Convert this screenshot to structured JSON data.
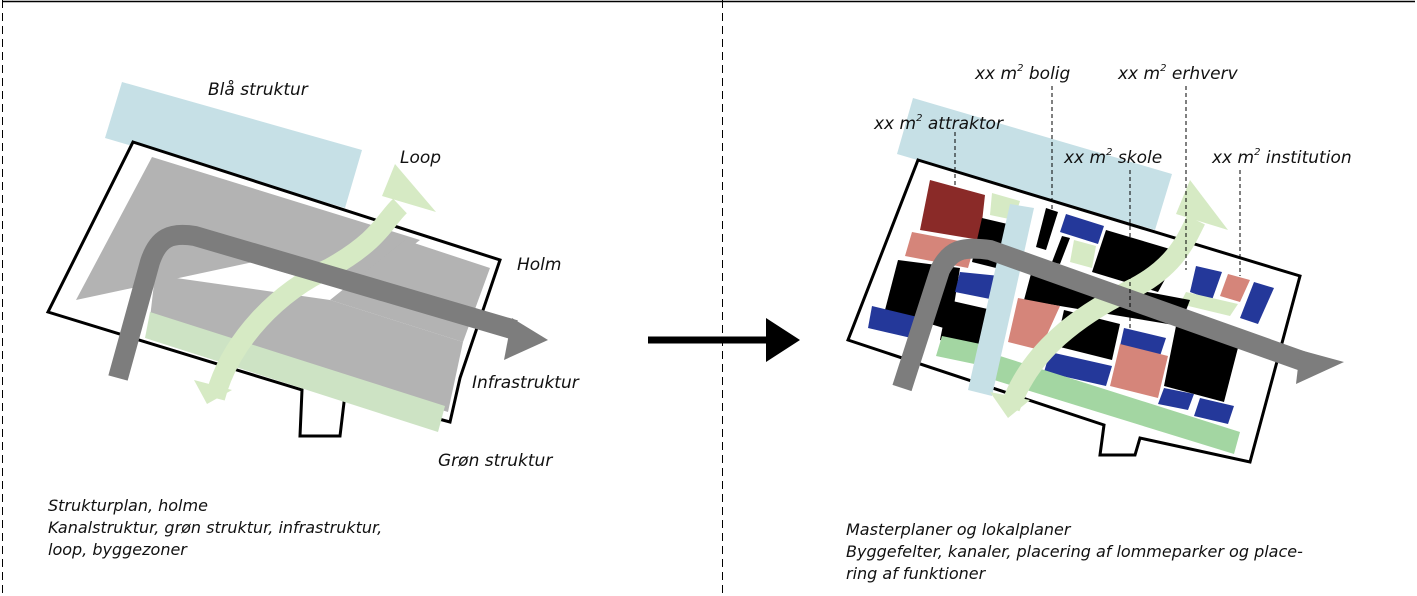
{
  "left_panel": {
    "labels": {
      "blue": "Blå struktur",
      "loop": "Loop",
      "holm": "Holm",
      "infra": "Infrastruktur",
      "green": "Grøn struktur"
    },
    "caption": [
      "Strukturplan, holme",
      "Kanalstruktur, grøn struktur, infrastruktur,",
      "loop, byggezoner"
    ]
  },
  "right_panel": {
    "labels": {
      "bolig": {
        "prefix": "xx m",
        "sup": "2",
        "text": " bolig"
      },
      "erhverv": {
        "prefix": "xx m",
        "sup": "2",
        "text": " erhverv"
      },
      "attraktor": {
        "prefix": "xx m",
        "sup": "2",
        "text": " attraktor"
      },
      "skole": {
        "prefix": "xx m",
        "sup": "2",
        "text": " skole"
      },
      "institution": {
        "prefix": "xx m",
        "sup": "2",
        "text": " institution"
      }
    },
    "caption": [
      "Masterplaner og lokalplaner",
      "Byggefelter, kanaler, placering af lommeparker og place-",
      "ring af funktioner"
    ]
  },
  "colors": {
    "blue_structure": "#c6e0e6",
    "green_loop": "#d6eac4",
    "green_park": "#a3d6a2",
    "build_zone": "#b3b3b3",
    "infra_arrow": "#7d7d7d",
    "attraktor": "#8a2a28",
    "skole": "#d5857a",
    "erhverv": "#24389a",
    "bolig": "#000000"
  }
}
